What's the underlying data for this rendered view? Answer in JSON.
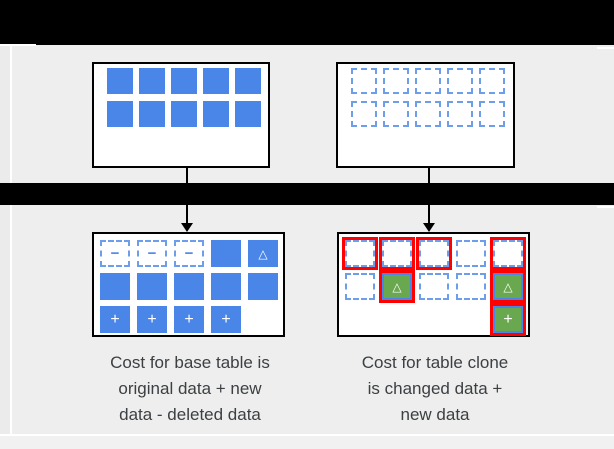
{
  "colors": {
    "block_blue": "#4a86e8",
    "dashed_blue": "#6d9eeb",
    "changed_green": "#6aa84f",
    "highlight_red": "#fe0000",
    "caption_text": "#3c4043",
    "letterbox": "#000000",
    "background": "#eeeeee"
  },
  "diagram": {
    "tables": {
      "base_before": {
        "grid": [
          [
            "filled",
            "filled",
            "filled",
            "filled",
            "filled"
          ],
          [
            "filled",
            "filled",
            "filled",
            "filled",
            "filled"
          ]
        ]
      },
      "clone_before": {
        "grid": [
          [
            "dashed",
            "dashed",
            "dashed",
            "dashed",
            "dashed"
          ],
          [
            "dashed",
            "dashed",
            "dashed",
            "dashed",
            "dashed"
          ]
        ]
      },
      "base_after": {
        "grid": [
          [
            "minus",
            "minus",
            "minus",
            "filled",
            "triangle"
          ],
          [
            "filled",
            "filled",
            "filled",
            "filled",
            "filled"
          ],
          [
            "plus",
            "plus",
            "plus",
            "plus",
            "empty"
          ]
        ]
      },
      "clone_after": {
        "grid": [
          [
            "red-dashed",
            "red-dashed",
            "red-dashed",
            "dashed",
            "red-dashed"
          ],
          [
            "dashed",
            "green-triangle",
            "dashed",
            "dashed",
            "green-triangle"
          ],
          [
            "empty",
            "empty",
            "empty",
            "empty",
            "green-plus"
          ]
        ]
      }
    },
    "glyphs": {
      "minus": "−",
      "plus": "+",
      "triangle": "△",
      "green-triangle": "△",
      "green-plus": "+"
    }
  },
  "captions": {
    "base_table": "Cost for base table is\noriginal data + new\ndata - deleted data",
    "clone_table": "Cost for table clone\nis changed data +\nnew data"
  }
}
